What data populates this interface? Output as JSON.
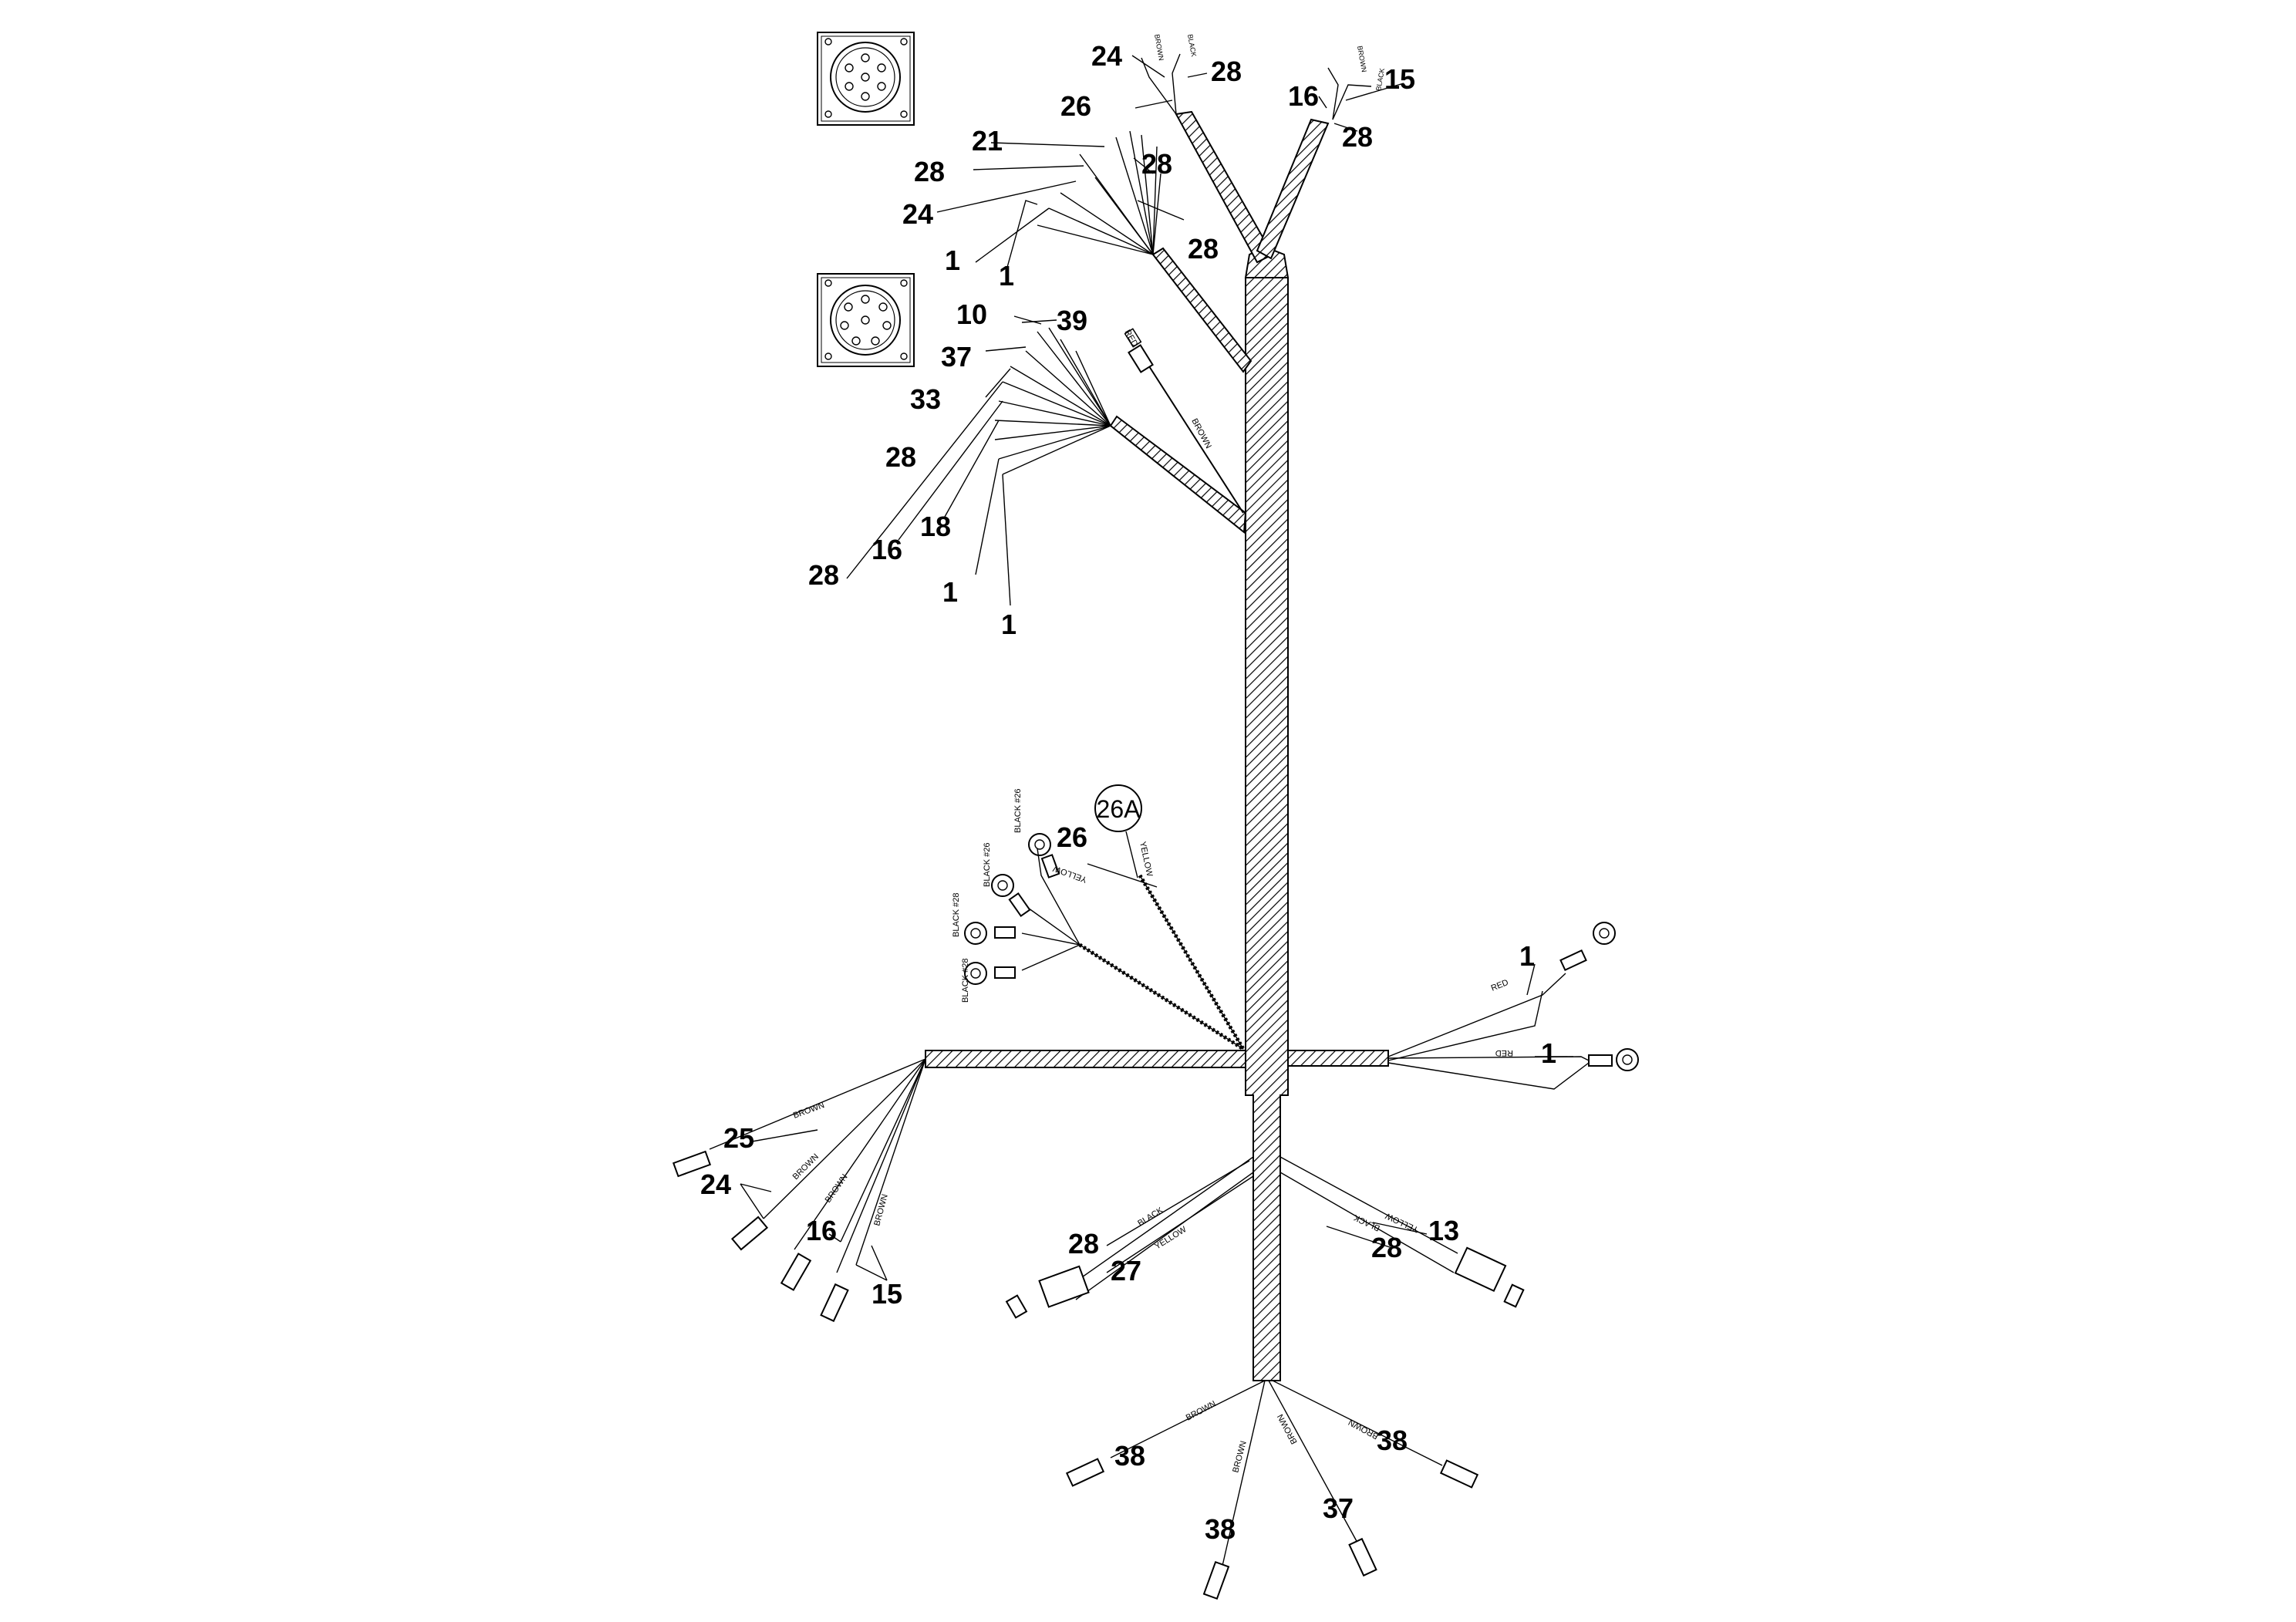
{
  "callouts": {
    "c1": "24",
    "c2": "28",
    "c3": "26",
    "c4": "16",
    "c5": "15",
    "c6": "28",
    "c7": "21",
    "c8": "28",
    "c9": "28",
    "c10": "24",
    "c11": "28",
    "c12": "1",
    "c13": "1",
    "c14": "10",
    "c15": "39",
    "c16": "37",
    "c17": "33",
    "c18": "28",
    "c19": "28",
    "c20": "16",
    "c21": "18",
    "c22": "1",
    "c23": "1",
    "c24": "26",
    "c25": "1",
    "c26": "1",
    "c27": "25",
    "c28": "24",
    "c29": "16",
    "c30": "15",
    "c31": "28",
    "c32": "27",
    "c33": "13",
    "c34": "28",
    "c35": "38",
    "c36": "38",
    "c37": "37",
    "c38": "38"
  },
  "circled_callout": "26A",
  "wire_labels": {
    "w_brown_top": "BROWN",
    "w_black_top": "BLACK",
    "w_red_probe": "RED",
    "w_brown_probe": "BROWN",
    "w_black_26": "BLACK #26",
    "w_yellow_26": "YELLOW",
    "w_yellow_26a": "YELLOW",
    "w_black_26b": "BLACK #26",
    "w_black_28a": "BLACK #28",
    "w_black_28b": "BLACK #28",
    "w_red_1": "RED",
    "w_red_2": "RED",
    "w_brown_25": "BROWN",
    "w_brown_24": "BROWN",
    "w_brown_16": "BROWN",
    "w_brown_15": "BROWN",
    "w_black_28": "BLACK",
    "w_yellow_27": "YELLOW",
    "w_yellow_13": "YELLOW",
    "w_black_13": "BLACK",
    "w_brown_38a": "BROWN",
    "w_brown_38b": "BROWN",
    "w_brown_37": "BROWN",
    "w_brown_38c": "BROWN",
    "w_top_right_a": "BROWN",
    "w_top_right_b": "BLACK"
  }
}
